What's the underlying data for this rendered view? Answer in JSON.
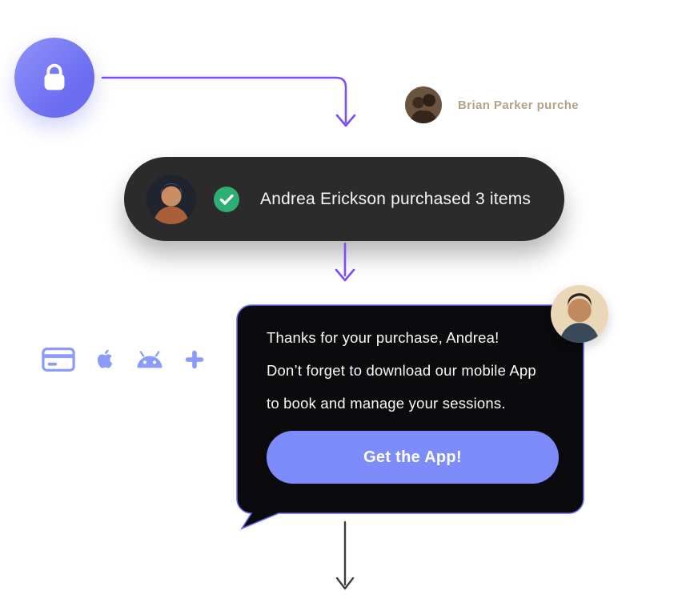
{
  "colors": {
    "accent_purple": "#7c4df2",
    "periwinkle": "#7d8cfa",
    "icon_periwinkle": "#8c9bfa",
    "toast_bg": "#2b2b2b",
    "bubble_bg": "#0b0b0e",
    "bubble_border": "#6e6bf6",
    "check_green": "#2fae74",
    "arrow_dark": "#3d3d3d",
    "preview_text_color": "#b5a284",
    "badge_gradient_start": "#9193fb",
    "badge_gradient_end": "#6a6df0"
  },
  "badge": {
    "icon": "shopping-bag-icon"
  },
  "preview": {
    "text": "Brian Parker purche"
  },
  "notification": {
    "text": "Andrea Erickson purchased 3 items",
    "icon": "check-icon"
  },
  "platforms": {
    "icons": [
      "credit-card-icon",
      "apple-icon",
      "android-icon",
      "plus-icon"
    ]
  },
  "message": {
    "lines": [
      "Thanks for your purchase, Andrea!",
      "Don’t forget to download our mobile App",
      "to book and manage your sessions."
    ],
    "button_label": "Get the App!"
  }
}
